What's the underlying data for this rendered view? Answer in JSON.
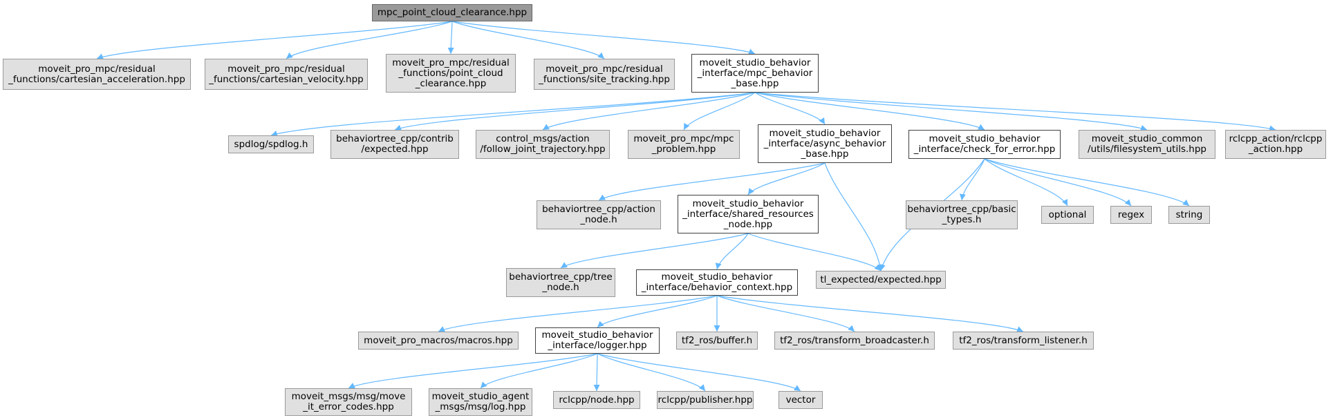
{
  "graph": {
    "colors": {
      "edge": "#63b8ff",
      "external_fill": "#e0e0e0",
      "external_border": "#999999",
      "documented_fill": "#ffffff",
      "documented_border": "#404040",
      "root_fill": "#999999"
    },
    "nodes": [
      {
        "id": "root",
        "kind": "root",
        "lines": [
          "mpc_point_cloud_clearance.hpp"
        ]
      },
      {
        "id": "cart_acc",
        "kind": "ext",
        "lines": [
          "moveit_pro_mpc/residual",
          "_functions/cartesian_acceleration.hpp"
        ]
      },
      {
        "id": "cart_vel",
        "kind": "ext",
        "lines": [
          "moveit_pro_mpc/residual",
          "_functions/cartesian_velocity.hpp"
        ]
      },
      {
        "id": "pcc",
        "kind": "ext",
        "lines": [
          "moveit_pro_mpc/residual",
          "_functions/point_cloud",
          "_clearance.hpp"
        ]
      },
      {
        "id": "site",
        "kind": "ext",
        "lines": [
          "moveit_pro_mpc/residual",
          "_functions/site_tracking.hpp"
        ]
      },
      {
        "id": "mpcbase",
        "kind": "doc",
        "lines": [
          "moveit_studio_behavior",
          "_interface/mpc_behavior",
          "_base.hpp"
        ]
      },
      {
        "id": "spdlog",
        "kind": "ext",
        "lines": [
          "spdlog/spdlog.h"
        ]
      },
      {
        "id": "bt_expected",
        "kind": "ext",
        "lines": [
          "behaviortree_cpp/contrib",
          "/expected.hpp"
        ]
      },
      {
        "id": "control",
        "kind": "ext",
        "lines": [
          "control_msgs/action",
          "/follow_joint_trajectory.hpp"
        ]
      },
      {
        "id": "mpcproblem",
        "kind": "ext",
        "lines": [
          "moveit_pro_mpc/mpc",
          "_problem.hpp"
        ]
      },
      {
        "id": "async",
        "kind": "doc",
        "lines": [
          "moveit_studio_behavior",
          "_interface/async_behavior",
          "_base.hpp"
        ]
      },
      {
        "id": "checkerr",
        "kind": "doc",
        "lines": [
          "moveit_studio_behavior",
          "_interface/check_for_error.hpp"
        ]
      },
      {
        "id": "fsutils",
        "kind": "ext",
        "lines": [
          "moveit_studio_common",
          "/utils/filesystem_utils.hpp"
        ]
      },
      {
        "id": "rclcpp_action",
        "kind": "ext",
        "lines": [
          "rclcpp_action/rclcpp",
          "_action.hpp"
        ]
      },
      {
        "id": "bt_action",
        "kind": "ext",
        "lines": [
          "behaviortree_cpp/action",
          "_node.h"
        ]
      },
      {
        "id": "shared",
        "kind": "doc",
        "lines": [
          "moveit_studio_behavior",
          "_interface/shared_resources",
          "_node.hpp"
        ]
      },
      {
        "id": "bt_basic",
        "kind": "ext",
        "lines": [
          "behaviortree_cpp/basic",
          "_types.h"
        ]
      },
      {
        "id": "optional",
        "kind": "ext",
        "lines": [
          "optional"
        ]
      },
      {
        "id": "regex",
        "kind": "ext",
        "lines": [
          "regex"
        ]
      },
      {
        "id": "string",
        "kind": "ext",
        "lines": [
          "string"
        ]
      },
      {
        "id": "bt_tree",
        "kind": "ext",
        "lines": [
          "behaviortree_cpp/tree",
          "_node.h"
        ]
      },
      {
        "id": "context",
        "kind": "doc",
        "lines": [
          "moveit_studio_behavior",
          "_interface/behavior_context.hpp"
        ]
      },
      {
        "id": "tl_expected",
        "kind": "ext",
        "lines": [
          "tl_expected/expected.hpp"
        ]
      },
      {
        "id": "macros",
        "kind": "ext",
        "lines": [
          "moveit_pro_macros/macros.hpp"
        ]
      },
      {
        "id": "logger",
        "kind": "doc",
        "lines": [
          "moveit_studio_behavior",
          "_interface/logger.hpp"
        ]
      },
      {
        "id": "tf2buffer",
        "kind": "ext",
        "lines": [
          "tf2_ros/buffer.h"
        ]
      },
      {
        "id": "tf2bcast",
        "kind": "ext",
        "lines": [
          "tf2_ros/transform_broadcaster.h"
        ]
      },
      {
        "id": "tf2listen",
        "kind": "ext",
        "lines": [
          "tf2_ros/transform_listener.h"
        ]
      },
      {
        "id": "errcodes",
        "kind": "ext",
        "lines": [
          "moveit_msgs/msg/move",
          "_it_error_codes.hpp"
        ]
      },
      {
        "id": "agentlog",
        "kind": "ext",
        "lines": [
          "moveit_studio_agent",
          "_msgs/msg/log.hpp"
        ]
      },
      {
        "id": "rclnode",
        "kind": "ext",
        "lines": [
          "rclcpp/node.hpp"
        ]
      },
      {
        "id": "rclpub",
        "kind": "ext",
        "lines": [
          "rclcpp/publisher.hpp"
        ]
      },
      {
        "id": "vector",
        "kind": "ext",
        "lines": [
          "vector"
        ]
      }
    ],
    "edges": [
      [
        "root",
        "cart_acc"
      ],
      [
        "root",
        "cart_vel"
      ],
      [
        "root",
        "pcc"
      ],
      [
        "root",
        "site"
      ],
      [
        "root",
        "mpcbase"
      ],
      [
        "mpcbase",
        "spdlog"
      ],
      [
        "mpcbase",
        "bt_expected"
      ],
      [
        "mpcbase",
        "control"
      ],
      [
        "mpcbase",
        "mpcproblem"
      ],
      [
        "mpcbase",
        "async"
      ],
      [
        "mpcbase",
        "checkerr"
      ],
      [
        "mpcbase",
        "fsutils"
      ],
      [
        "mpcbase",
        "rclcpp_action"
      ],
      [
        "async",
        "bt_action"
      ],
      [
        "async",
        "shared"
      ],
      [
        "async",
        "tl_expected"
      ],
      [
        "checkerr",
        "tl_expected"
      ],
      [
        "checkerr",
        "bt_basic"
      ],
      [
        "checkerr",
        "optional"
      ],
      [
        "checkerr",
        "regex"
      ],
      [
        "checkerr",
        "string"
      ],
      [
        "shared",
        "bt_tree"
      ],
      [
        "shared",
        "context"
      ],
      [
        "shared",
        "tl_expected"
      ],
      [
        "context",
        "macros"
      ],
      [
        "context",
        "logger"
      ],
      [
        "context",
        "tf2buffer"
      ],
      [
        "context",
        "tf2bcast"
      ],
      [
        "context",
        "tf2listen"
      ],
      [
        "logger",
        "errcodes"
      ],
      [
        "logger",
        "agentlog"
      ],
      [
        "logger",
        "rclnode"
      ],
      [
        "logger",
        "rclpub"
      ],
      [
        "logger",
        "vector"
      ]
    ]
  }
}
